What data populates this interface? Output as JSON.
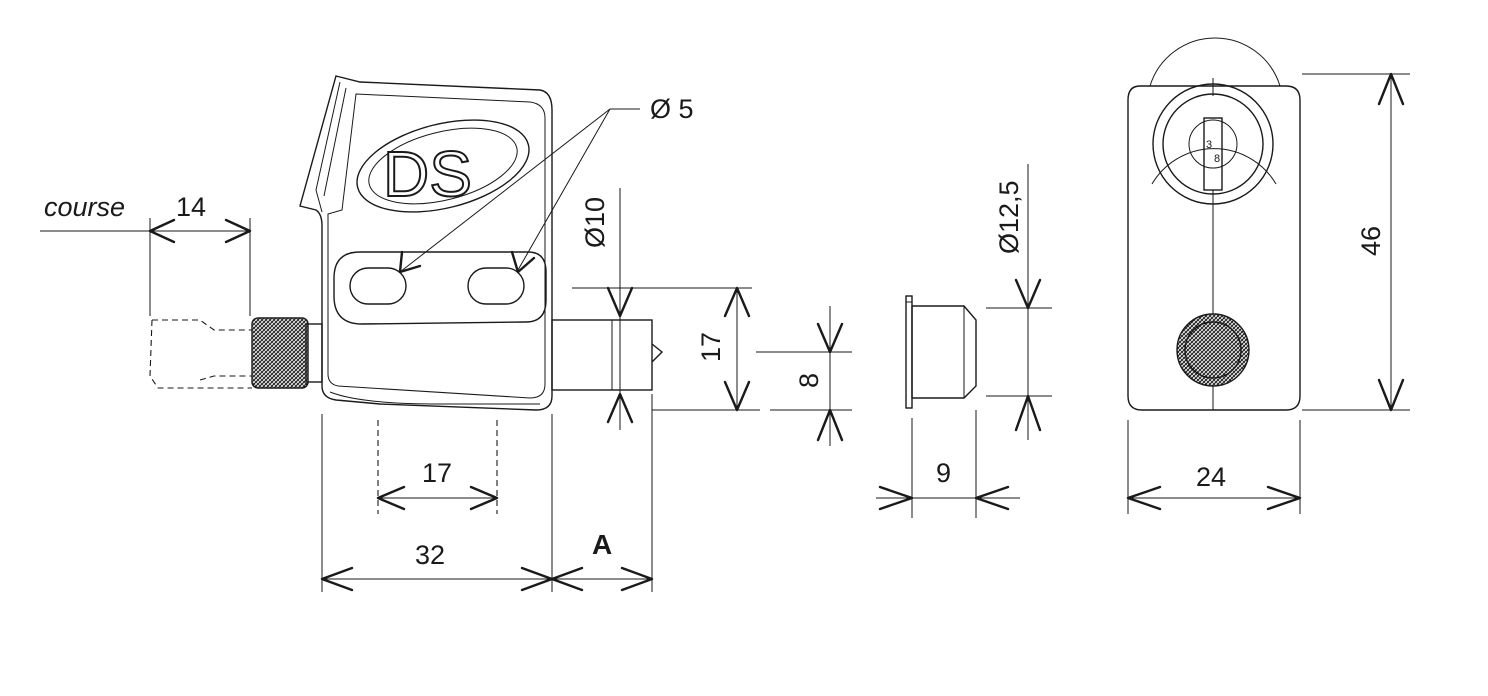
{
  "drawing": {
    "logo_text": "DS",
    "labels": {
      "course": "course",
      "stroke_dim": "14",
      "hole_dim": "Ø 5",
      "pin_dia_dim": "Ø10",
      "pin_height_dim": "17",
      "small_dim": "8",
      "hole_spacing_dim": "17",
      "body_width_dim": "32",
      "variable_dim": "A",
      "sleeve_dia_dim": "Ø12,5",
      "sleeve_len_dim": "9",
      "front_width_dim": "24",
      "front_height_dim": "46"
    },
    "key_marks": {
      "top": "3",
      "bottom": "8"
    }
  }
}
